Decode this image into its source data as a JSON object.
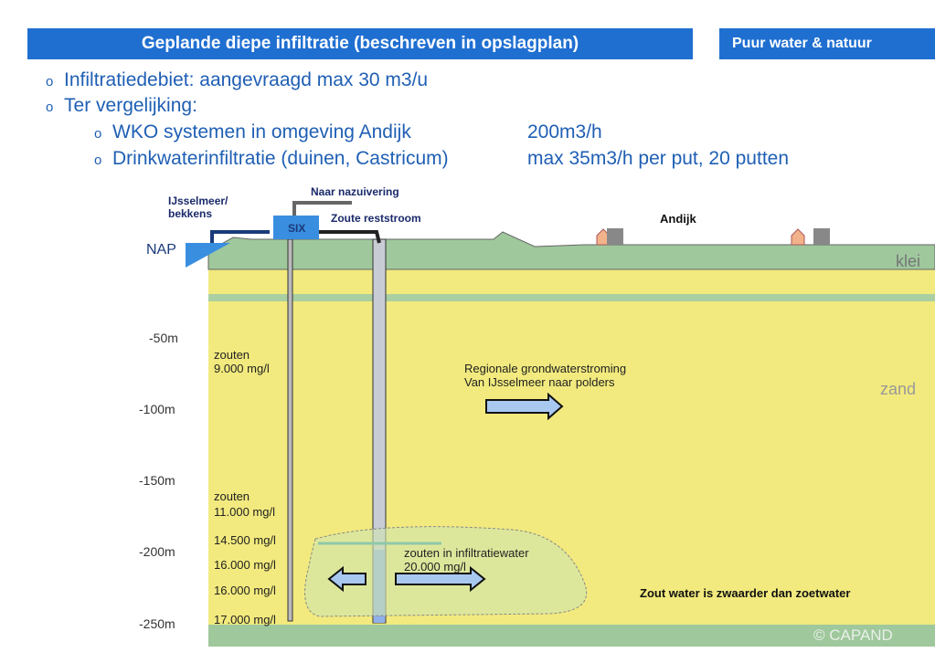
{
  "header": {
    "title": "Geplande diepe infiltratie (beschreven in opslagplan)",
    "brand": "Puur water & natuur"
  },
  "bullets": [
    {
      "marker": "o",
      "text": "Infiltratiedebiet: aangevraagd max 30 m3/u"
    },
    {
      "marker": "o",
      "text": "Ter vergelijking:"
    }
  ],
  "sub_bullets": [
    {
      "marker": "o",
      "text": "WKO systemen in omgeving Andijk",
      "value": "200m3/h"
    },
    {
      "marker": "o",
      "text": "Drinkwaterinfiltratie (duinen, Castricum)",
      "value": "max 35m3/h per put, 20 putten"
    }
  ],
  "diagram": {
    "source": "IJsselmeer/\nbekkens",
    "source_l1": "IJsselmeer/",
    "source_l2": "bekkens",
    "nap": "NAP",
    "six": "SIX",
    "nazuivering": "Naar nazuivering",
    "reststroom": "Zoute reststroom",
    "town": "Andijk",
    "klei": "klei",
    "zand": "zand",
    "depths": [
      "-50m",
      "-100m",
      "-150m",
      "-200m",
      "-250m"
    ],
    "salt1": [
      "zouten",
      "9.000 mg/l"
    ],
    "salt2": [
      "zouten",
      "11.000 mg/l"
    ],
    "salt_levels": [
      "14.500 mg/l",
      "16.000 mg/l",
      "16.000 mg/l",
      "17.000 mg/l"
    ],
    "flow": [
      "Regionale grondwaterstroming",
      "Van IJsselmeer naar polders"
    ],
    "infil": [
      "zouten in infiltratiewater",
      "20.000 mg/l"
    ],
    "note": "Zout water is zwaarder dan zoetwater",
    "copyright": "© CAPAND"
  },
  "colors": {
    "accent": "#1f6fd1",
    "sand": "#f2ea7e",
    "clay": "#9fc89c"
  }
}
